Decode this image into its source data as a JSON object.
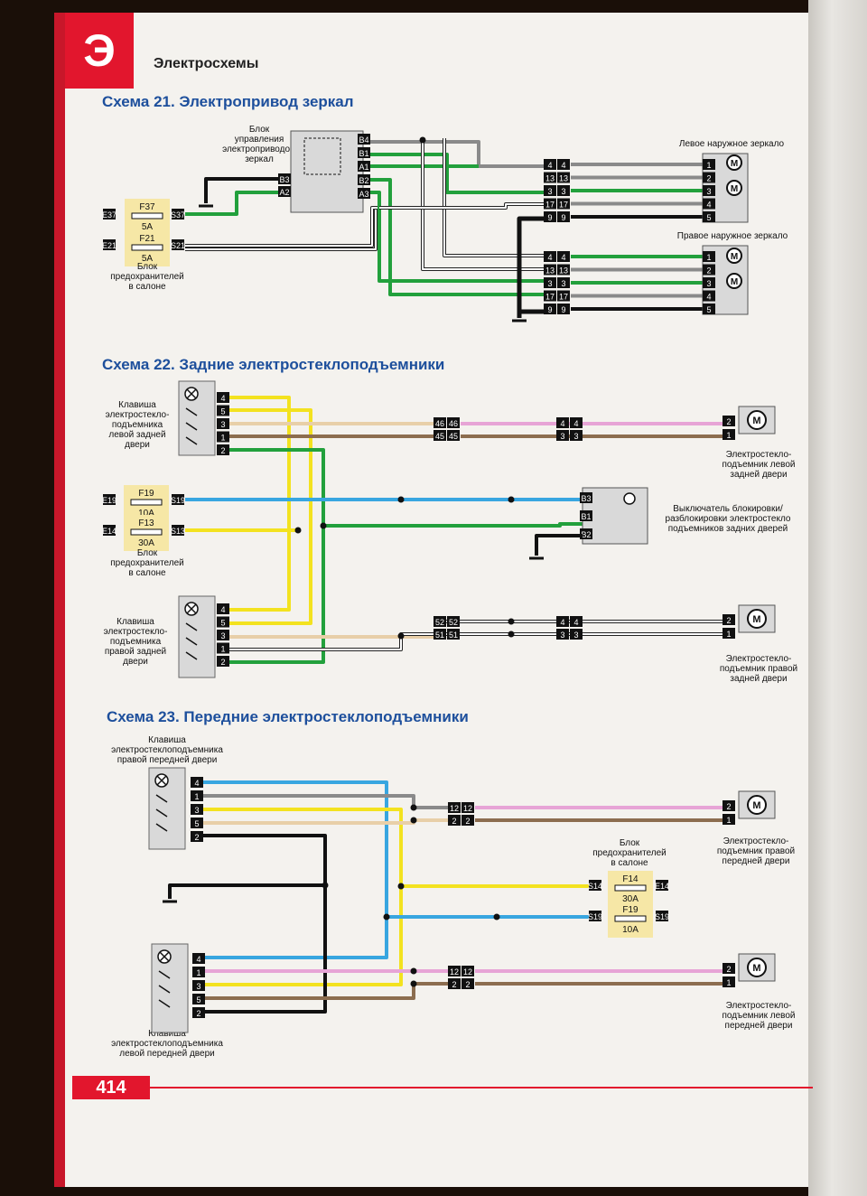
{
  "header": {
    "section_letter": "Э",
    "section_title": "Электросхемы",
    "page_number": "414"
  },
  "colors": {
    "brand_red": "#e2162d",
    "title_blue": "#1d4f9c",
    "wire_green": "#22a03c",
    "wire_yellow": "#f3e21f",
    "wire_blue": "#38a6e0",
    "wire_pink": "#e7a4d6",
    "wire_brown": "#8c6d4f",
    "wire_beige": "#e8cfa8",
    "wire_grey": "#8a8a8a",
    "wire_black": "#111111",
    "fuse_bg": "#f6e7a6",
    "box_bg": "#d9d9d9"
  },
  "schemes": [
    {
      "title": "Схема 21. Электропривод зеркал",
      "labels": {
        "control_unit": [
          "Блок",
          "управления",
          "электроприводом",
          "зеркал"
        ],
        "fuse_block": [
          "Блок",
          "предохранителей",
          "в салоне"
        ],
        "left_mirror": "Левое наружное зеркало",
        "right_mirror": "Правое наружное зеркало"
      },
      "fuses": [
        {
          "id": "F37",
          "rating": "5A",
          "in": "E37",
          "out": "S37"
        },
        {
          "id": "F21",
          "rating": "5A",
          "in": "E21",
          "out": "S21"
        }
      ],
      "control_pins_left": [
        "B3",
        "A2"
      ],
      "control_pins_right": [
        "B4",
        "B1",
        "A1",
        "B2",
        "A3"
      ],
      "connector_pins": [
        "4",
        "13",
        "3",
        "17",
        "9"
      ],
      "mirror_pins": [
        "1",
        "2",
        "3",
        "4",
        "5"
      ],
      "motor_symbol": "M"
    },
    {
      "title": "Схема 22. Задние электростеклоподъемники",
      "labels": {
        "left_switch": [
          "Клавиша",
          "электростекло-",
          "подъемника",
          "левой задней",
          "двери"
        ],
        "right_switch": [
          "Клавиша",
          "электростекло-",
          "подъемника",
          "правой задней",
          "двери"
        ],
        "fuse_block": [
          "Блок",
          "предохранителей",
          "в салоне"
        ],
        "left_motor": [
          "Электростекло-",
          "подъемник левой",
          "задней двери"
        ],
        "right_motor": [
          "Электростекло-",
          "подъемник правой",
          "задней двери"
        ],
        "lock_switch": [
          "Выключатель блокировки/",
          "разблокировки электростекло",
          "подъемников задних дверей"
        ]
      },
      "fuses": [
        {
          "id": "F19",
          "rating": "10A",
          "in": "E19",
          "out": "S19"
        },
        {
          "id": "F13",
          "rating": "30A",
          "in": "E14",
          "out": "S13"
        }
      ],
      "switch_pins": [
        "4",
        "5",
        "3",
        "1",
        "2"
      ],
      "left_connectors": [
        [
          "46",
          "45"
        ],
        [
          "4",
          "3"
        ]
      ],
      "right_connectors": [
        [
          "52",
          "51"
        ],
        [
          "4",
          "3"
        ]
      ],
      "lock_pins": [
        "B3",
        "B1",
        "B2"
      ],
      "motor_pins": [
        "2",
        "1"
      ],
      "motor_symbol": "M"
    },
    {
      "title": "Схема 23. Передние электростеклоподъемники",
      "labels": {
        "right_switch": [
          "Клавиша",
          "электростеклоподъемника",
          "правой передней двери"
        ],
        "left_switch": [
          "Клавиша",
          "электростеклоподъемника",
          "левой передней двери"
        ],
        "fuse_block": [
          "Блок",
          "предохранителей",
          "в салоне"
        ],
        "right_motor": [
          "Электростекло-",
          "подъемник правой",
          "передней двери"
        ],
        "left_motor": [
          "Электростекло-",
          "подъемник левой",
          "передней двери"
        ]
      },
      "fuses": [
        {
          "id": "F14",
          "rating": "30A",
          "in": "S14",
          "out": "E14"
        },
        {
          "id": "F19",
          "rating": "10A",
          "in": "S19",
          "out": "S19"
        }
      ],
      "switch_pins": [
        "4",
        "1",
        "3",
        "5",
        "2"
      ],
      "connector_pins": [
        "12",
        "2"
      ],
      "motor_pins": [
        "2",
        "1"
      ],
      "motor_symbol": "M"
    }
  ]
}
